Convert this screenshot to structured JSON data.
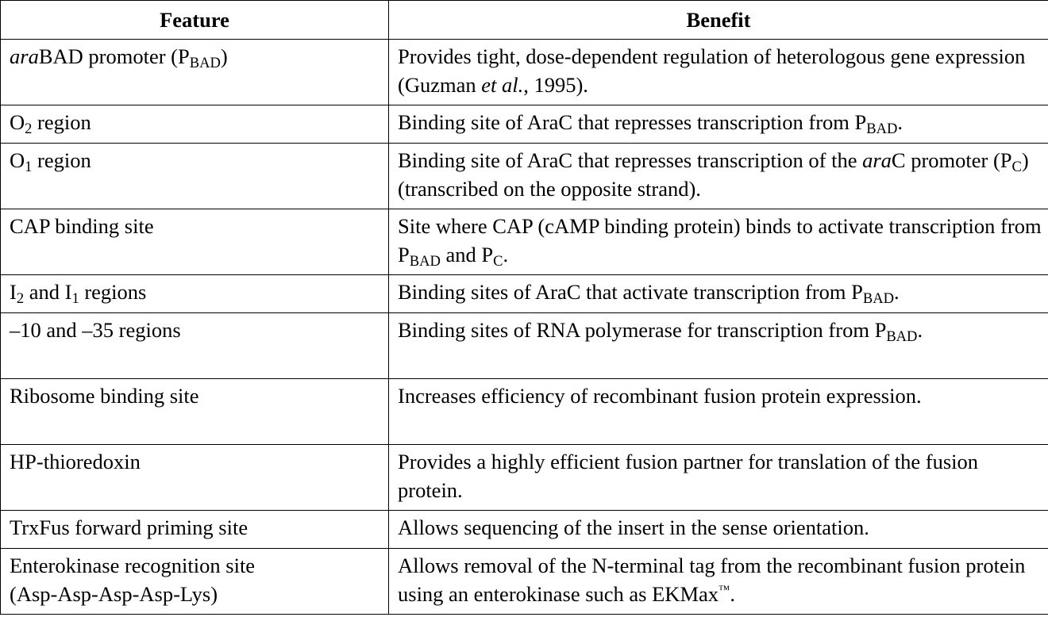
{
  "table": {
    "header": {
      "feature": "Feature",
      "benefit": "Benefit"
    },
    "rows": [
      {
        "feature": {
          "italic": "ara",
          "text": "BAD promoter (P",
          "sub": "BAD",
          "close": ")"
        },
        "benefit": {
          "a": "Provides tight, dose-dependent regulation of heterologous gene expression (Guzman ",
          "italic": "et al.",
          "b": ", 1995)."
        }
      },
      {
        "feature": {
          "a": "O",
          "sub": "2",
          "b": " region"
        },
        "benefit": {
          "a": "Binding site of AraC that represses transcription from P",
          "sub": "BAD",
          "b": "."
        }
      },
      {
        "feature": {
          "a": "O",
          "sub": "1",
          "b": " region"
        },
        "benefit": {
          "a": "Binding site of AraC that represses transcription of the ",
          "italic": "ara",
          "b": "C promoter (P",
          "sub": "C",
          "c": ") (transcribed on the opposite strand)."
        }
      },
      {
        "feature": {
          "text": "CAP binding site"
        },
        "benefit": {
          "a": "Site where CAP (cAMP binding protein) binds to activate transcription from P",
          "sub1": "BAD",
          "b": " and P",
          "sub2": "C",
          "c": "."
        }
      },
      {
        "feature": {
          "a": "I",
          "sub1": "2",
          "b": " and I",
          "sub2": "1",
          "c": " regions"
        },
        "benefit": {
          "a": "Binding sites of AraC that activate transcription from P",
          "sub": "BAD",
          "b": "."
        }
      },
      {
        "feature": {
          "text": "–10 and –35 regions"
        },
        "benefit": {
          "a": "Binding sites of RNA polymerase for transcription from P",
          "sub": "BAD",
          "b": "."
        }
      },
      {
        "feature": {
          "text": "Ribosome binding site"
        },
        "benefit": {
          "text": "Increases efficiency of recombinant fusion protein expression."
        }
      },
      {
        "feature": {
          "text": "HP-thioredoxin"
        },
        "benefit": {
          "text": "Provides a highly efficient fusion partner for translation of the fusion protein."
        }
      },
      {
        "feature": {
          "text": "TrxFus forward priming site"
        },
        "benefit": {
          "text": "Allows sequencing of the insert in the sense orientation."
        }
      },
      {
        "feature": {
          "line1": "Enterokinase recognition site",
          "line2": "(Asp-Asp-Asp-Asp-Lys)"
        },
        "benefit": {
          "a": "Allows removal of the N-terminal tag from the recombinant fusion protein using an enterokinase such as EKMax",
          "sup": "™",
          "b": "."
        }
      }
    ]
  }
}
